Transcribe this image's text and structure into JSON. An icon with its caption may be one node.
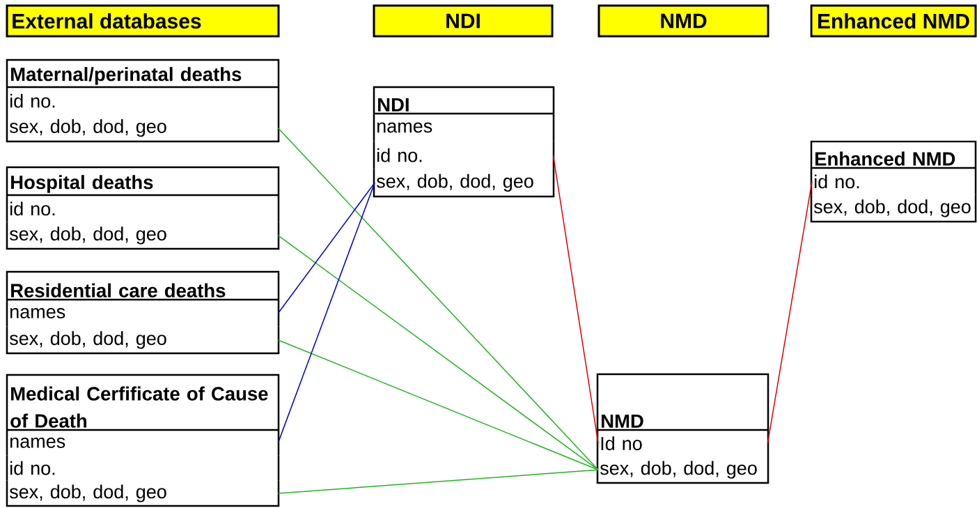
{
  "diagram": {
    "nodes": [
      {
        "text": [
          "External databases"
        ]
      },
      {
        "text": [
          "NDI"
        ]
      },
      {
        "text": [
          "NMD"
        ]
      },
      {
        "text": [
          "Enhanced NMD"
        ]
      },
      {
        "text": [
          "Maternal/perinatal deaths"
        ]
      },
      {
        "text": [
          "id no."
        ],
        "in": 4
      },
      {
        "text": [
          "sex, dob, dod, geo"
        ],
        "in": 4
      },
      {
        "text": [
          "Hospital deaths"
        ]
      },
      {
        "text": [
          "id no."
        ],
        "in": 7
      },
      {
        "text": [
          "sex, dob, dod, geo"
        ],
        "in": 7
      },
      {
        "text": [
          "Residential care deaths"
        ]
      },
      {
        "text": [
          "names"
        ],
        "in": 10
      },
      {
        "text": [
          "sex, dob, dod, geo"
        ],
        "in": 10
      },
      {
        "text": [
          "NDI"
        ]
      },
      {
        "text": [
          "names"
        ],
        "in": 13
      },
      {
        "text": [
          "id no."
        ],
        "in": 13
      },
      {
        "text": [
          "sex, dob, dod, geo"
        ],
        "in": 13
      },
      {
        "text": [
          "Enhanced NMD"
        ]
      },
      {
        "text": [
          "id no."
        ],
        "in": 17
      },
      {
        "text": [
          "sex, dob, dod, geo"
        ],
        "in": 17
      },
      {
        "text": [
          "Medical Cerfificate of Cause of Death"
        ]
      },
      {
        "text": [
          "names"
        ],
        "in": 20
      },
      {
        "text": [
          "id no."
        ],
        "in": 20
      },
      {
        "text": [
          "sex, dob, dod, geo"
        ],
        "in": 20
      },
      {
        "text": [
          "NMD"
        ]
      },
      {
        "text": [
          "Id no"
        ],
        "in": 24
      },
      {
        "text": [
          "sex, dob, dod, geo"
        ],
        "in": 24
      }
    ],
    "edges": [
      {
        "from": 6,
        "to": 26,
        "arrow": "none"
      },
      {
        "from": 9,
        "to": 26,
        "arrow": "none"
      },
      {
        "from": 12,
        "to": 26,
        "arrow": "none"
      },
      {
        "from": 23,
        "to": 26,
        "arrow": "none"
      },
      {
        "from": 11,
        "to": 16,
        "arrow": "none",
        "color": "#0000cc"
      },
      {
        "from": 21,
        "to": 16,
        "arrow": "none",
        "color": "#0000cc"
      },
      {
        "from": 15,
        "to": 25,
        "arrow": "none",
        "color": "#e00000"
      },
      {
        "from": 25,
        "to": 18,
        "arrow": "none",
        "color": "#e00000"
      }
    ]
  }
}
